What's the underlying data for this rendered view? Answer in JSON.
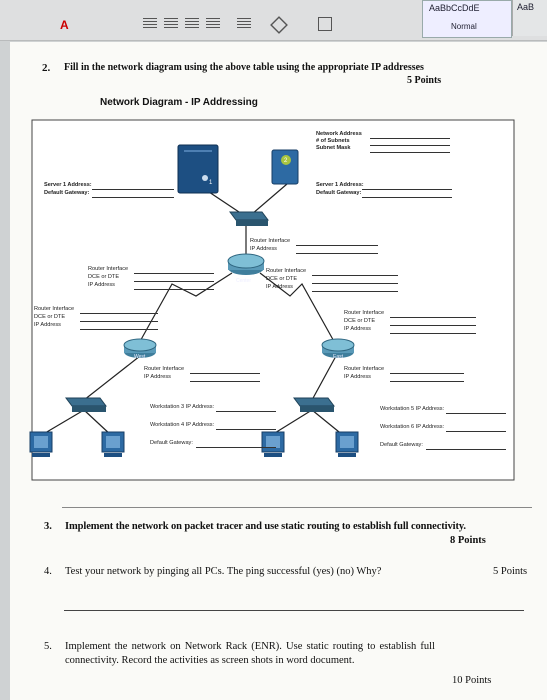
{
  "ribbon": {
    "style_sample": "AaBbCcDdE",
    "style_sample2": "AaB",
    "style_name": "Normal",
    "font_color_label": "A"
  },
  "q2": {
    "number": "2.",
    "text": "Fill in the network diagram using the above table using the appropriate IP addresses",
    "points": "5 Points"
  },
  "diagram": {
    "title": "Network Diagram - IP Addressing",
    "network_block": [
      "Network Address",
      "# of Subnets",
      "Subnet Mask"
    ],
    "server_left": [
      "Server 1 Address:",
      "Default Gateway:"
    ],
    "server_right": [
      "Server 1 Address:",
      "Default Gateway:"
    ],
    "switch_top_number": "2",
    "server_number": "1",
    "center_router_iface": [
      "Router Interface",
      "IP Address"
    ],
    "router_center_left": [
      "Router Interface",
      "DCE or DTE",
      "IP Address"
    ],
    "router_center_right": [
      "Router Interface",
      "DCE or DTE",
      "IP Address"
    ],
    "router_center_name": "Center",
    "far_left": [
      "Router Interface",
      "DCE or DTE",
      "IP Address"
    ],
    "far_right": [
      "Router Interface",
      "DCE or DTE",
      "IP Address"
    ],
    "router_west_name": "West",
    "router_east_name": "East",
    "west_iface": [
      "Router Interface",
      "IP Address"
    ],
    "east_iface": [
      "Router Interface",
      "IP Address"
    ],
    "ws_left": [
      "Workstation 3 IP Address:",
      "Workstation 4 IP Address:",
      "Default Gateway:"
    ],
    "ws_right": [
      "Workstation 5 IP Address:",
      "Workstation 6 IP Address:",
      "Default Gateway:"
    ]
  },
  "q3": {
    "number": "3.",
    "text": "Implement the network on packet tracer and use static routing to establish full connectivity.",
    "points": "8 Points"
  },
  "q4": {
    "number": "4.",
    "text": "Test your network by pinging all PCs. The ping successful (yes) (no) Why?",
    "points": "5 Points"
  },
  "q5": {
    "number": "5.",
    "text1": "Implement the network on Network Rack (ENR). Use static routing to establish full",
    "text2": "connectivity. Record the activities as screen shots in word document.",
    "points": "10 Points"
  }
}
